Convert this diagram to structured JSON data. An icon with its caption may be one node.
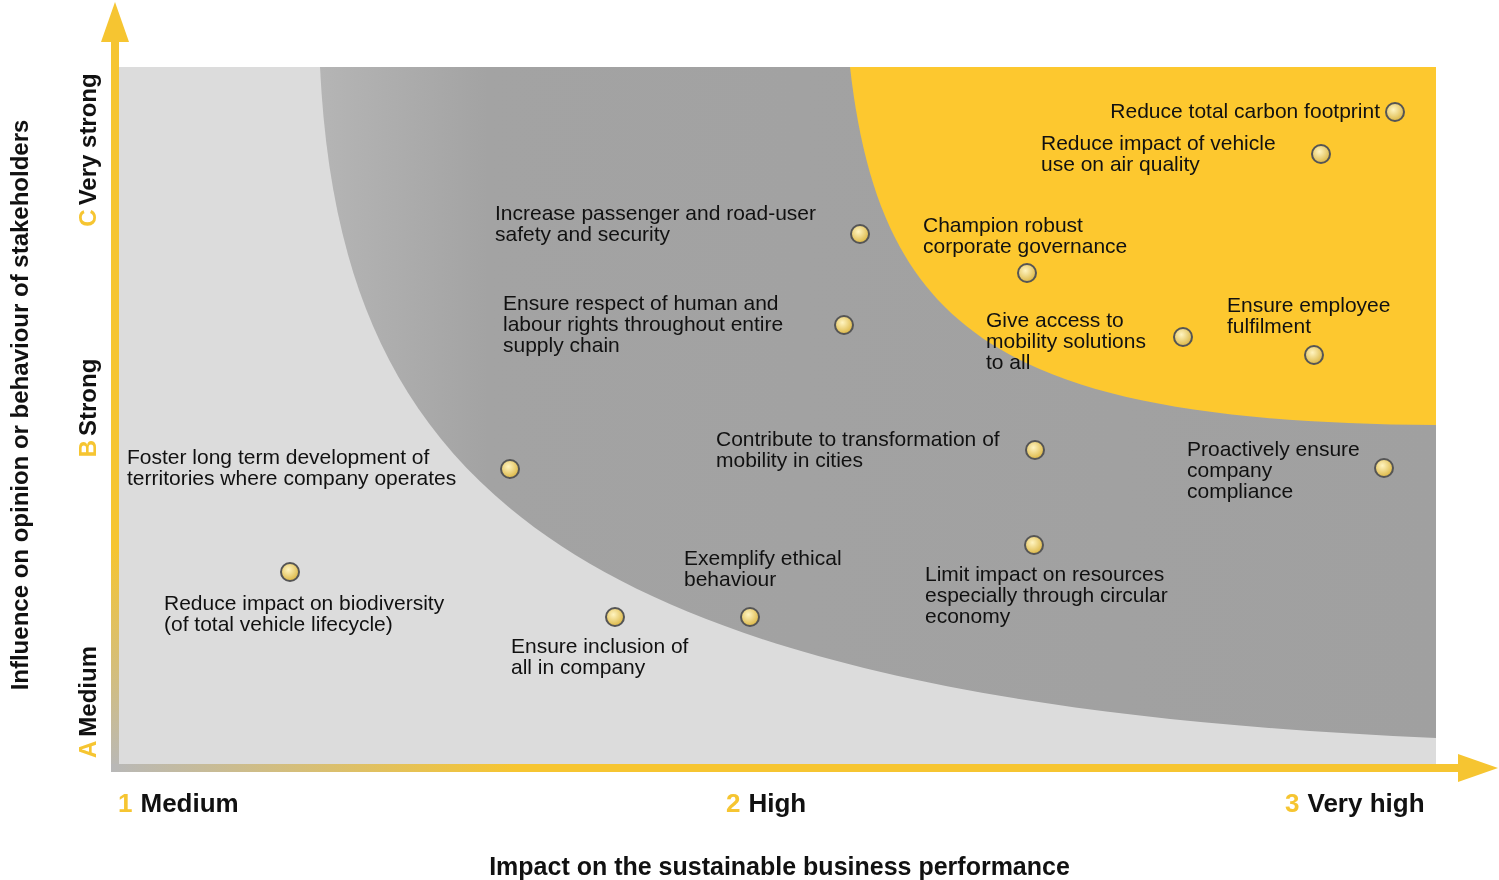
{
  "diagram": {
    "nodes": [
      {
        "text": [],
        "shape": "circle",
        "beside": [
          "Reduce total carbon footprint"
        ]
      },
      {
        "text": [],
        "shape": "circle",
        "beside": [
          "Reduce impact of vehicle use on air quality"
        ]
      },
      {
        "text": [],
        "shape": "circle",
        "beside": [
          "Increase passenger and road-user safety and security"
        ]
      },
      {
        "text": [],
        "shape": "circle",
        "beside": [
          "Champion robust corporate governance"
        ]
      },
      {
        "text": [],
        "shape": "circle",
        "beside": [
          "Ensure respect of human and labour rights throughout entire supply chain"
        ]
      },
      {
        "text": [],
        "shape": "circle",
        "beside": [
          "Give access to mobility solutions to all"
        ]
      },
      {
        "text": [],
        "shape": "circle",
        "beside": [
          "Ensure employee fulfilment"
        ]
      },
      {
        "text": [],
        "shape": "circle",
        "beside": [
          "Contribute to transformation of mobility in cities"
        ]
      },
      {
        "text": [],
        "shape": "circle",
        "beside": [
          "Proactively ensure company compliance"
        ]
      },
      {
        "text": [],
        "shape": "circle",
        "beside": [
          "Foster long term development of territories where company operates"
        ]
      },
      {
        "text": [],
        "shape": "circle",
        "beside": [
          "Limit impact on resources especially through circular economy"
        ]
      },
      {
        "text": [],
        "shape": "circle",
        "beside": [
          "Reduce impact on biodiversity (of total vehicle lifecycle)"
        ]
      },
      {
        "text": [],
        "shape": "circle",
        "beside": [
          "Exemplify ethical behaviour"
        ]
      },
      {
        "text": [],
        "shape": "circle",
        "beside": [
          "Ensure inclusion of all in company"
        ]
      }
    ],
    "labels": [
      "Influence on opinion or behaviour of stakeholders",
      "C",
      "Very strong",
      "B",
      "Strong",
      "A",
      "Medium",
      "1",
      "Medium",
      "2",
      "High",
      "3",
      "Very high",
      "Impact on the sustainable business performance"
    ]
  }
}
